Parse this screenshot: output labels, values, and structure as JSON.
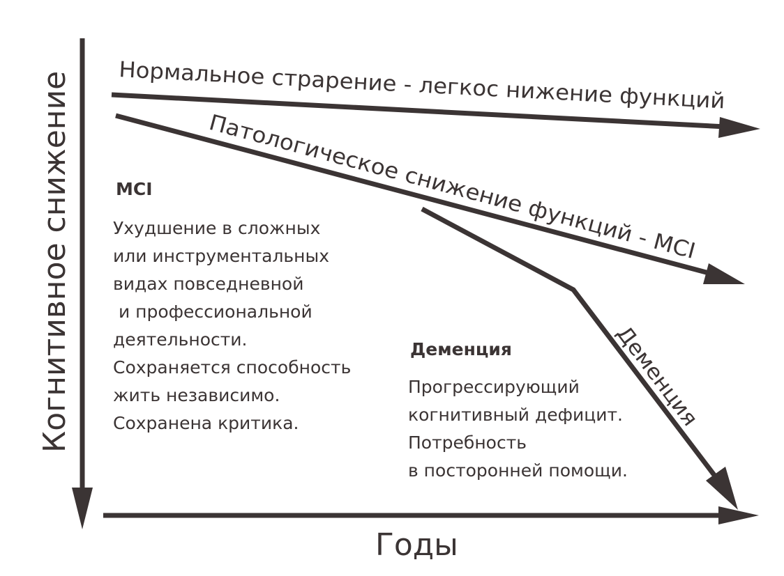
{
  "axes": {
    "y_label": "Когнитивное снижение",
    "x_label": "Годы"
  },
  "curves": {
    "normal": "Нормальное страрение - легкос нижение функций",
    "pathological": "Патологическое снижение функций - MCI",
    "dementia": "Деменция"
  },
  "mci_block": {
    "title": "MCI",
    "lines": [
      "Ухудшение в сложных",
      "или инструментальных",
      "видах повседневной",
      " и профессиональной",
      "деятельности.",
      "Сохраняется способность",
      "жить независимо.",
      "Сохранена критика."
    ]
  },
  "dementia_block": {
    "title": "Деменция",
    "lines": [
      "Прогрессирующий",
      "когнитивный дефицит.",
      "Потребность",
      "в посторонней помощи."
    ]
  },
  "colors": {
    "ink": "#3b3434"
  }
}
